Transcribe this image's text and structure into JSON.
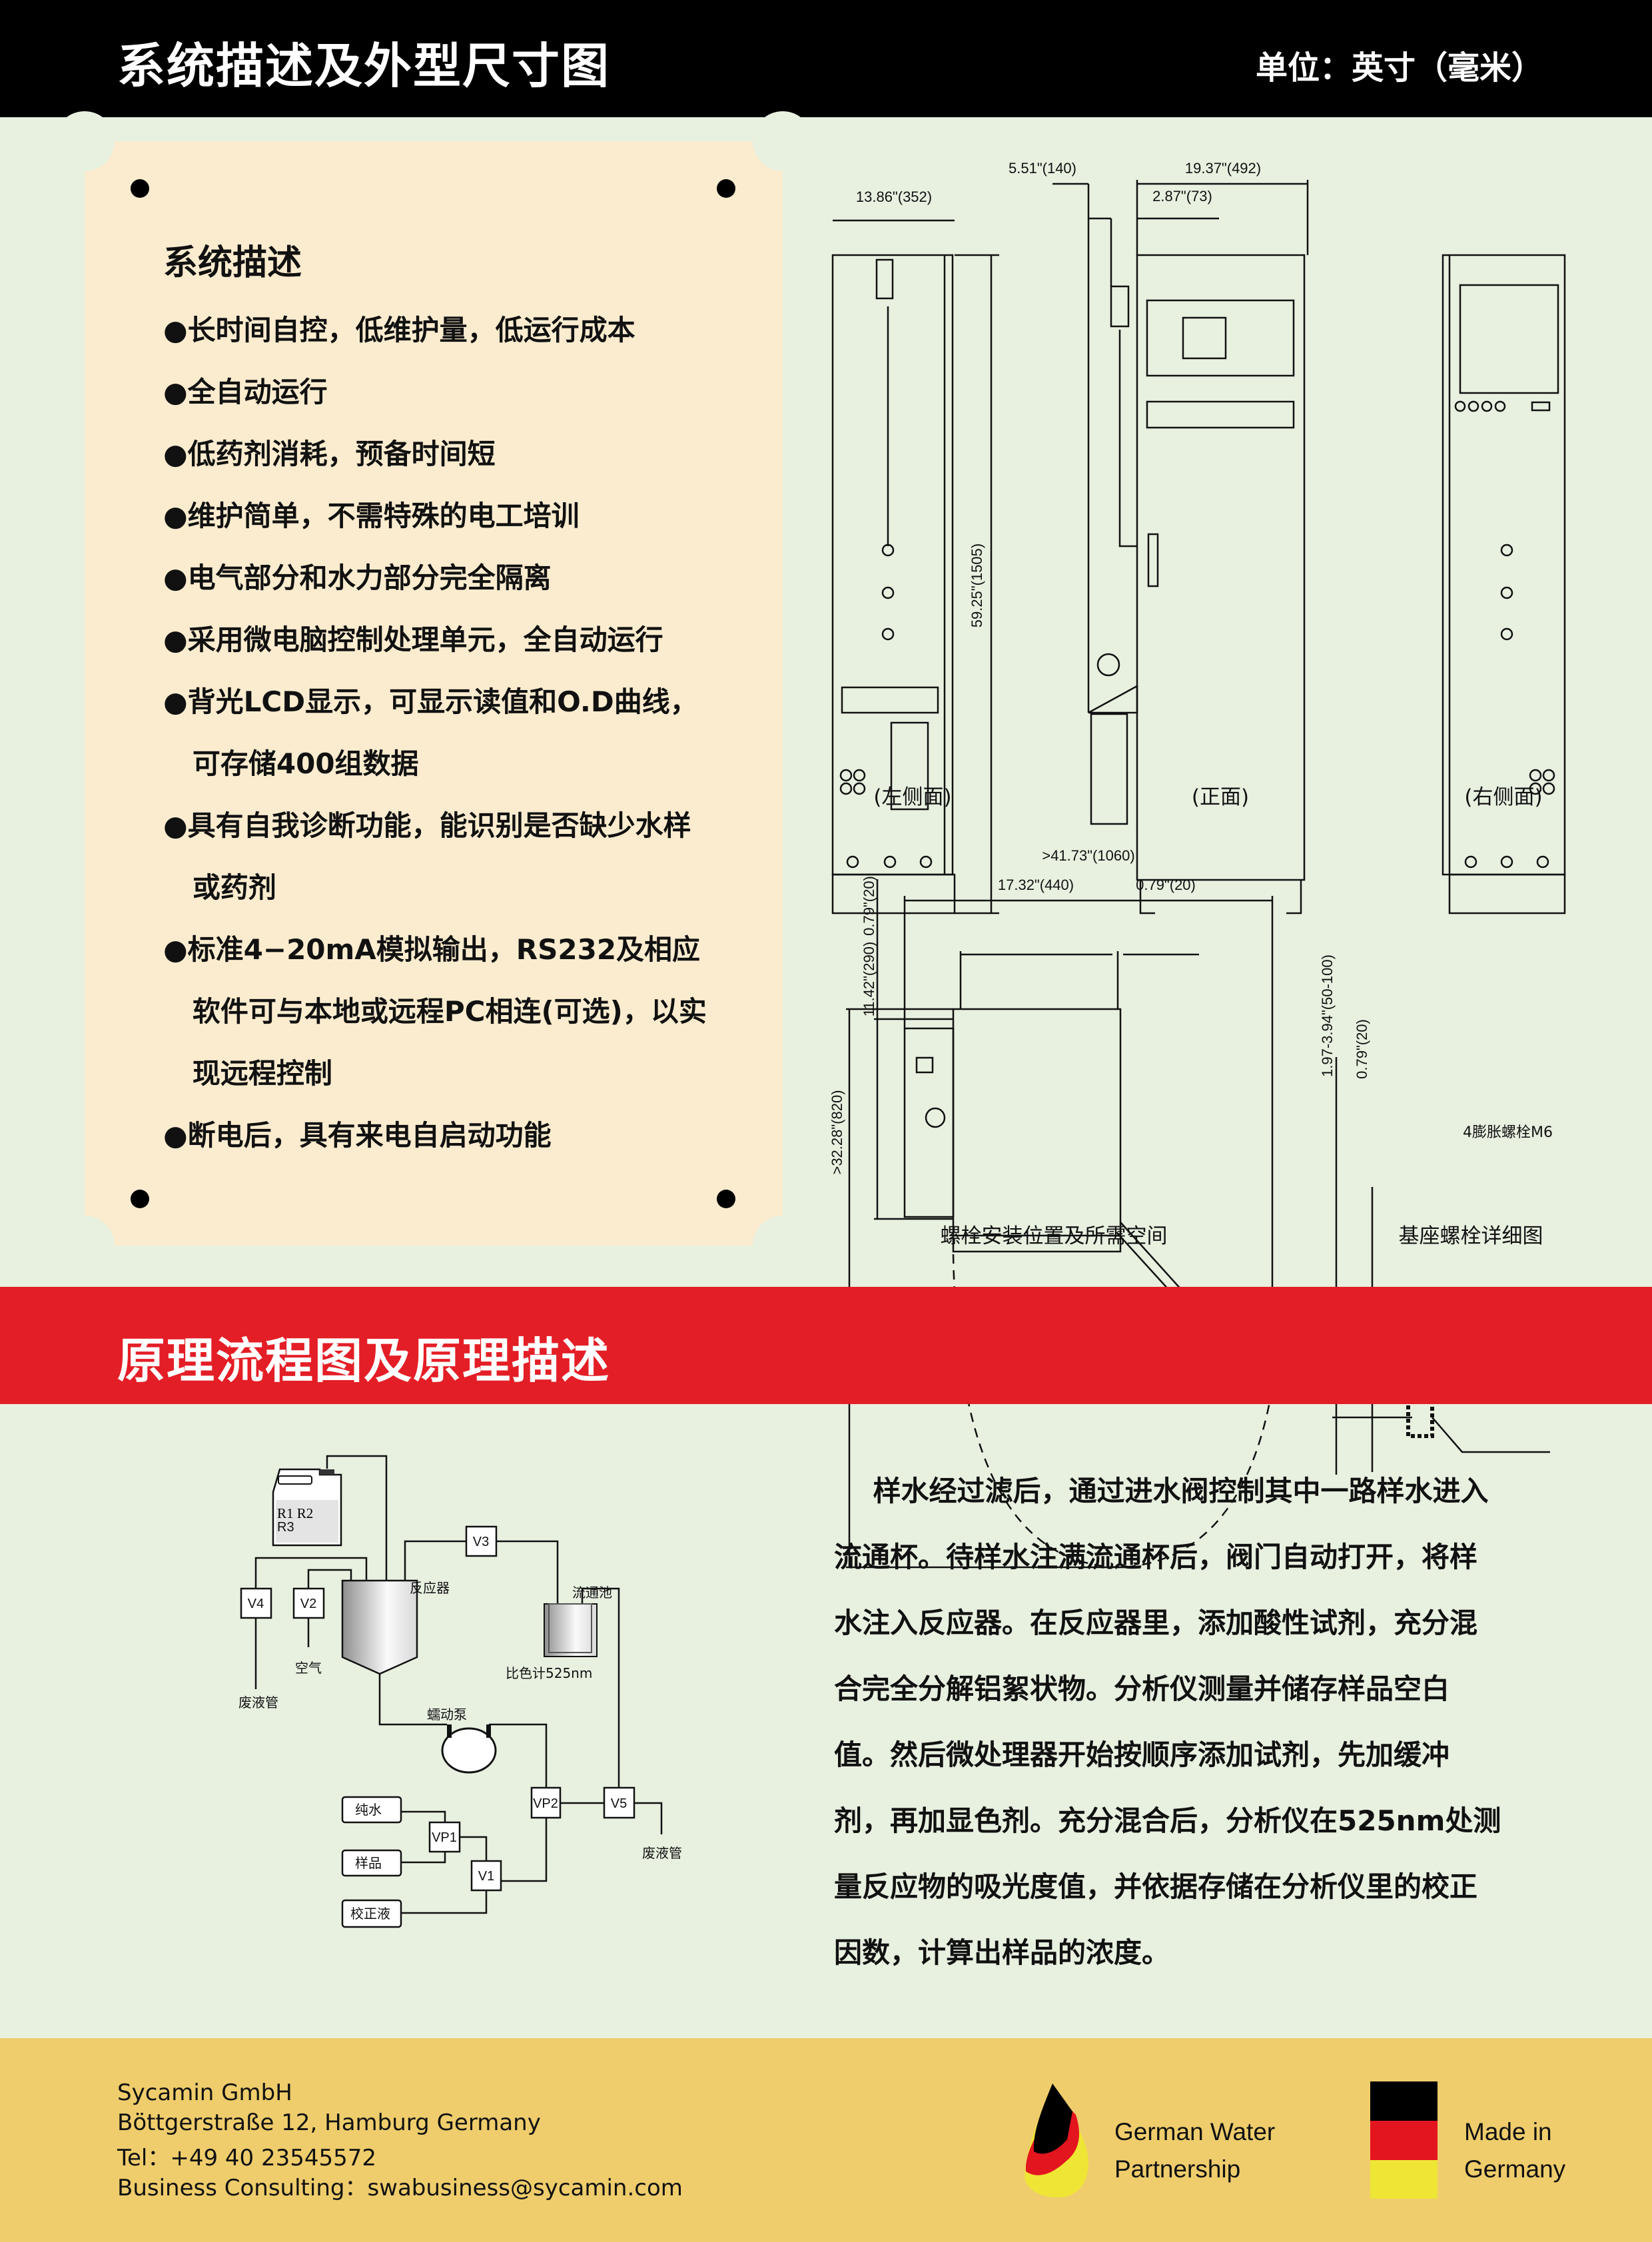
{
  "header": {
    "title": "系统描述及外型尺寸图",
    "unit": "单位：英寸（毫米）"
  },
  "system": {
    "heading": "系统描述",
    "lines": [
      "●长时间自控，低维护量，低运行成本",
      "●全自动运行",
      "●低药剂消耗，预备时间短",
      "●维护简单，不需特殊的电工培训",
      "●电气部分和水力部分完全隔离",
      "●采用微电脑控制处理单元，全自动运行",
      "●背光LCD显示，可显示读值和O.D曲线，",
      "   可存储400组数据",
      "●具有自我诊断功能，能识别是否缺少水样",
      "   或药剂",
      "●标准4−20mA模拟输出，RS232及相应",
      "   软件可与本地或远程PC相连(可选)，以实",
      "   现远程控制",
      "●断电后，具有来电自启动功能"
    ]
  },
  "drawings": {
    "dims": {
      "left_width": "13.86\"(352)",
      "height": "59.25\"(1505)",
      "front_side": "5.51\"(140)",
      "front_width": "19.37\"(492)",
      "front_offset": "2.87\"(73)",
      "clearance": ">41.73\"(1060)",
      "depth": "17.32\"(440)",
      "gap_h": "0.79\"(20)",
      "gap_v": "0.79\"(20)",
      "panel_h": "11.42\"(290)",
      "swing": ">32.28\"(820)",
      "bolt_depth": "1.97-3.94\"(50-100)",
      "bolt_top": "0.79\"(20)",
      "bolt_label": "4膨胀螺栓M6"
    },
    "views": {
      "left": "(左侧面)",
      "front": "(正面)",
      "right": "(右侧面)"
    },
    "captions": {
      "install": "螺栓安装位置及所需空间",
      "base": "基座螺栓详细图"
    }
  },
  "section2": {
    "title": "原理流程图及原理描述"
  },
  "flow": {
    "reagent": [
      "R1 R2",
      "R3"
    ],
    "reactor": "反应器",
    "flow_cell": "流通池",
    "colorimeter": "比色计525nm",
    "air": "空气",
    "waste_left": "废液管",
    "waste_right": "废液管",
    "pump": "蠕动泵",
    "pure_water": "纯水",
    "sample": "样品",
    "calibration": "校正液",
    "valves": {
      "v1": "V1",
      "v2": "V2",
      "v3": "V3",
      "v4": "V4",
      "v5": "V5",
      "vp1": "VP1",
      "vp2": "VP2"
    }
  },
  "principle": {
    "lines": [
      "    样水经过滤后，通过进水阀控制其中一路样水进入",
      "流通杯。待样水注满流通杯后，阀门自动打开，将样",
      "水注入反应器。在反应器里，添加酸性试剂，充分混",
      "合完全分解铝絮状物。分析仪测量并储存样品空白",
      "值。然后微处理器开始按顺序添加试剂，先加缓冲",
      "剂，再加显色剂。充分混合后，分析仪在525nm处测",
      "量反应物的吸光度值，并依据存储在分析仪里的校正",
      "因数，计算出样品的浓度。"
    ]
  },
  "footer": {
    "company": "Sycamin GmbH",
    "address": "Böttgerstraße 12, Hamburg Germany",
    "tel": "Tel：+49 40 23545572",
    "email": "Business Consulting：swabusiness@sycamin.com",
    "partner": [
      "German Water",
      "Partnership"
    ],
    "made": [
      "Made in",
      "Germany"
    ],
    "colors": {
      "black": "#000000",
      "red": "#e3151f",
      "yellow": "#efe535"
    }
  }
}
